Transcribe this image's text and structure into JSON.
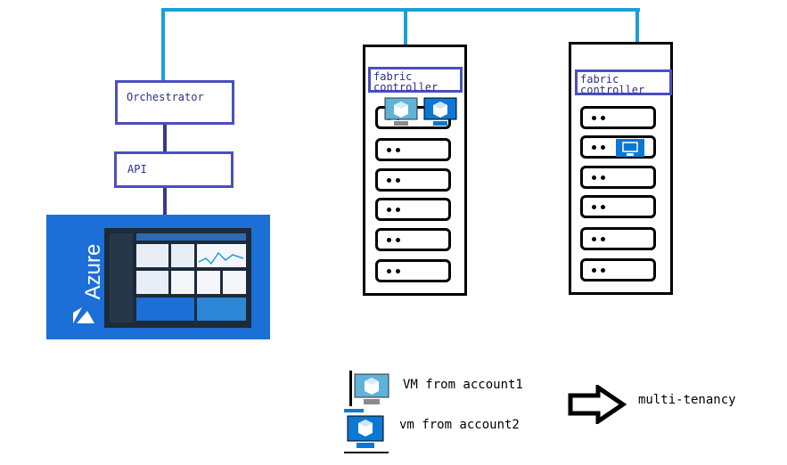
{
  "orchestrator": {
    "label": "Orchestrator"
  },
  "api": {
    "label": "API"
  },
  "azure": {
    "brand": "Azure",
    "color": "#1b6fd6"
  },
  "racks": [
    {
      "controller_label": "fabric\ncontroller"
    },
    {
      "controller_label": "fabric\ncontroller"
    }
  ],
  "legend": {
    "vm1_label": "VM from account1",
    "vm2_label": "vm from account2",
    "multi_tenancy_label": "multi-tenancy"
  },
  "colors": {
    "wire": "#1aa0d8",
    "box_border": "#4a4fc0",
    "vm1": "#5fb3d9",
    "vm2": "#0a78d4"
  }
}
